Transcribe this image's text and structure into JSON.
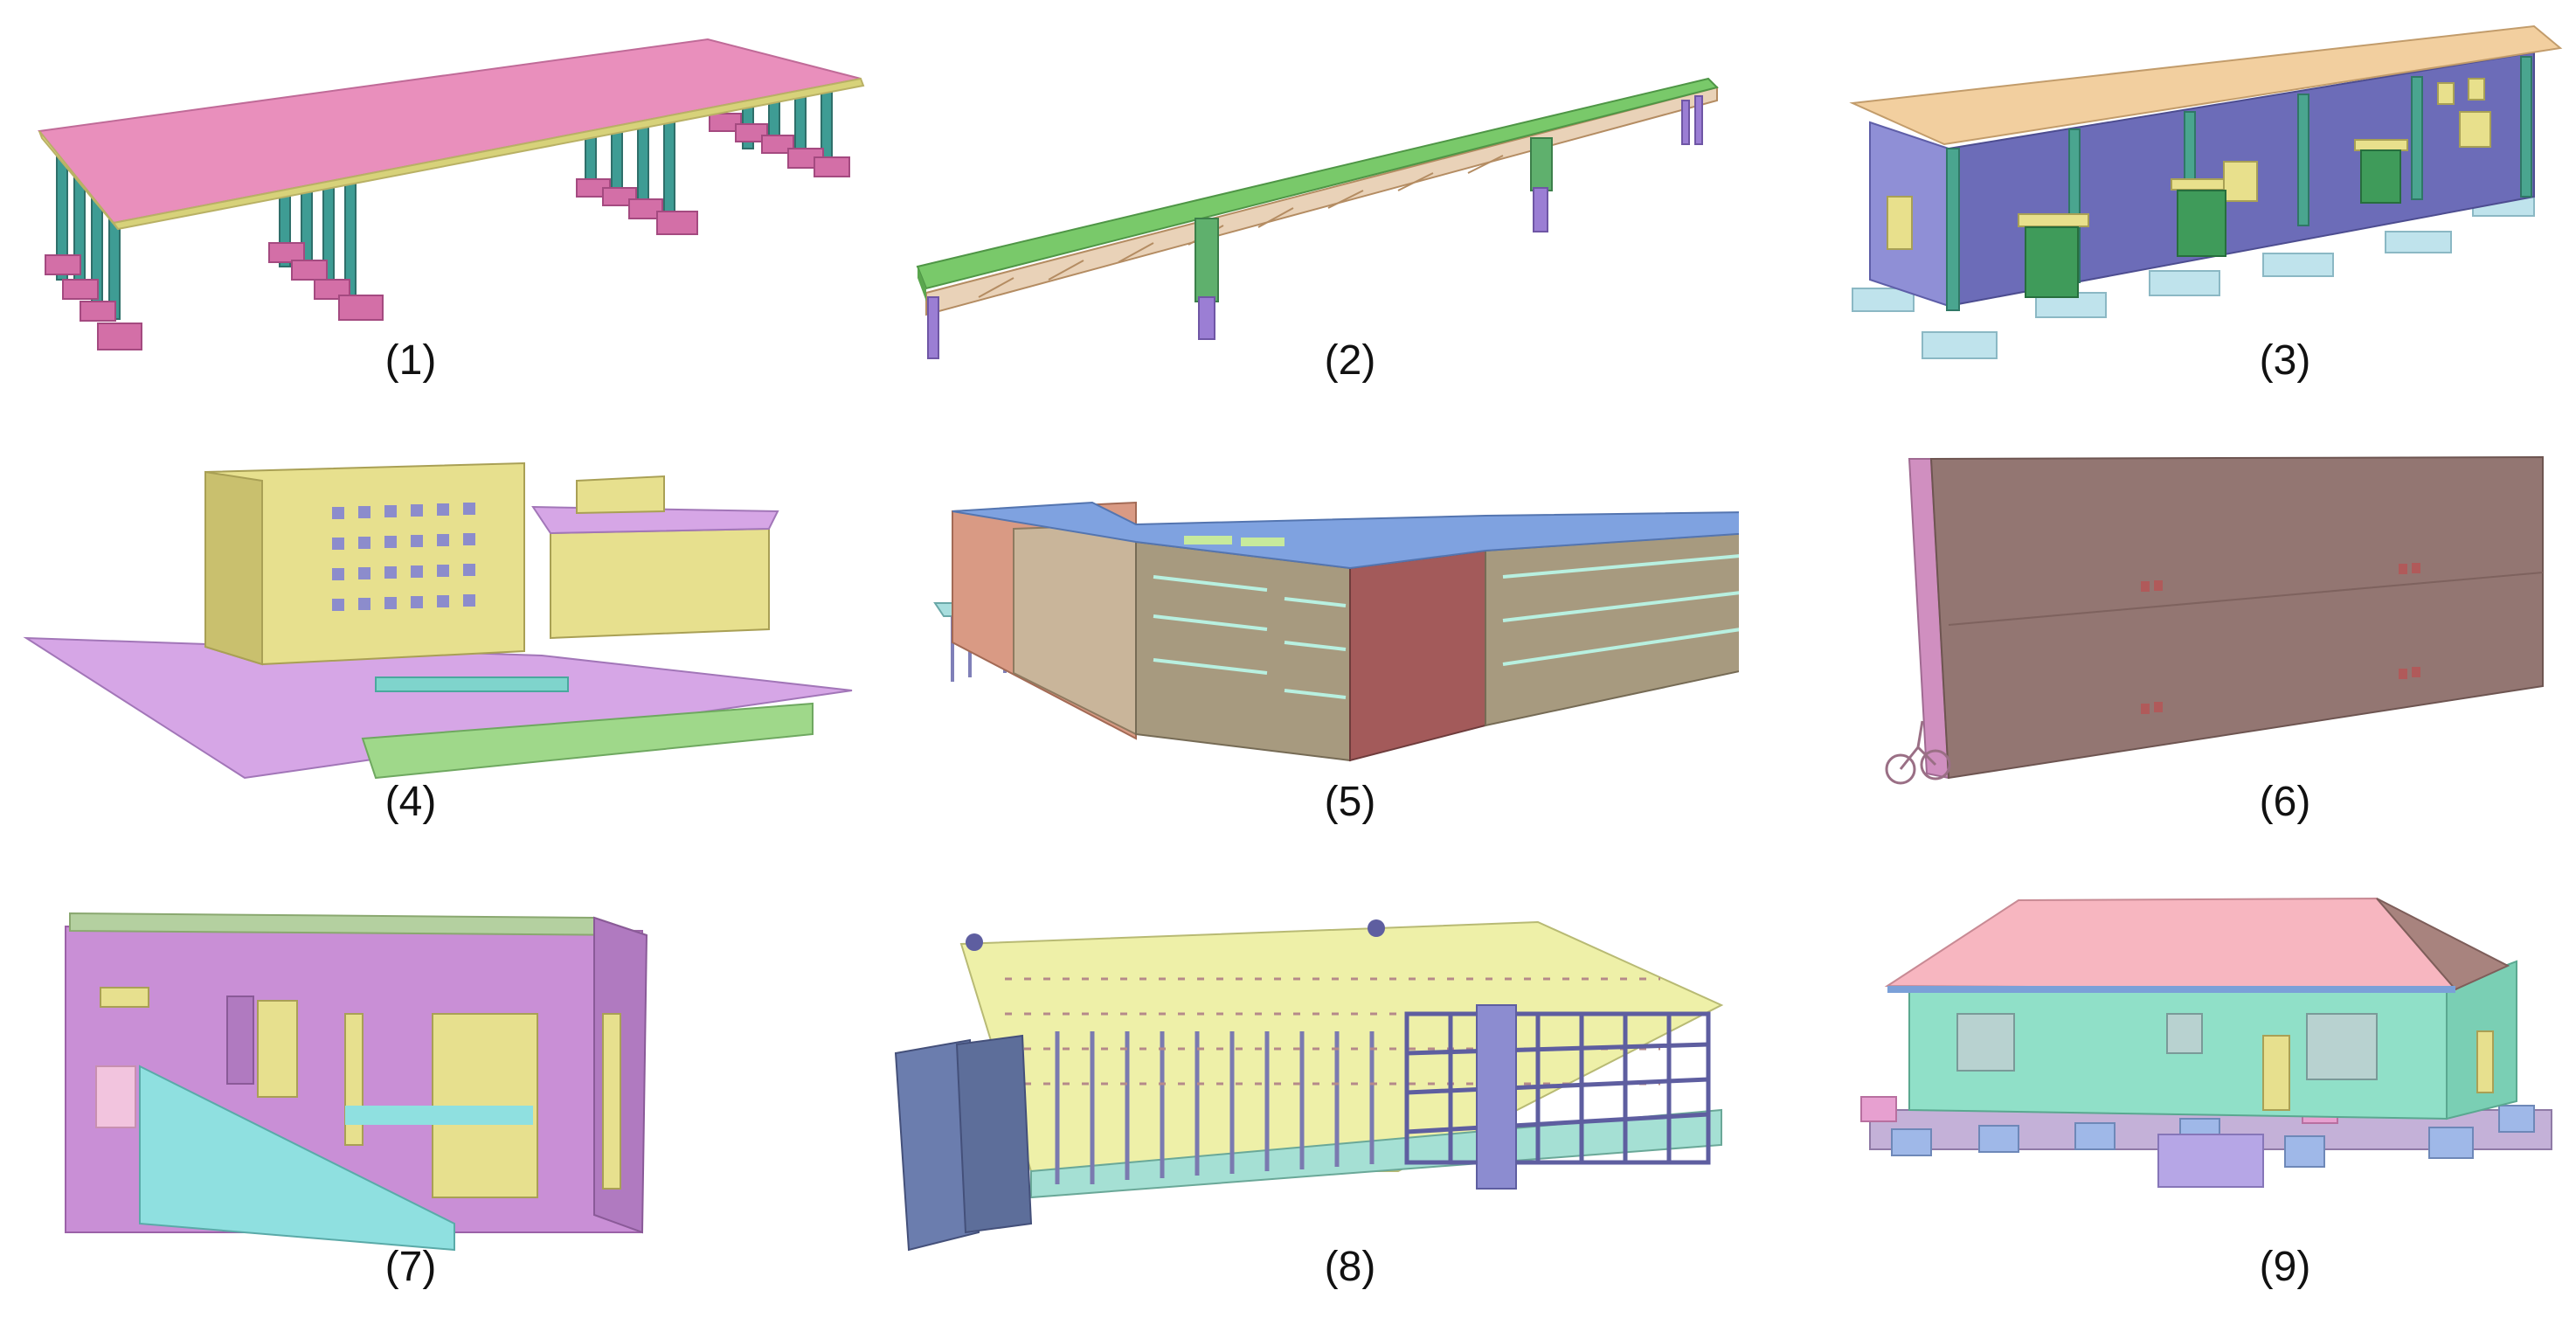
{
  "figure": {
    "panels": [
      {
        "label": "(1)",
        "subject": "canopy-structure-model"
      },
      {
        "label": "(2)",
        "subject": "bridge-model"
      },
      {
        "label": "(3)",
        "subject": "single-storey-building-model"
      },
      {
        "label": "(4)",
        "subject": "multi-storey-complex-model"
      },
      {
        "label": "(5)",
        "subject": "l-shaped-building-model"
      },
      {
        "label": "(6)",
        "subject": "warehouse-model"
      },
      {
        "label": "(7)",
        "subject": "small-building-model"
      },
      {
        "label": "(8)",
        "subject": "large-frame-structure-model"
      },
      {
        "label": "(9)",
        "subject": "hip-roof-house-model"
      }
    ]
  }
}
